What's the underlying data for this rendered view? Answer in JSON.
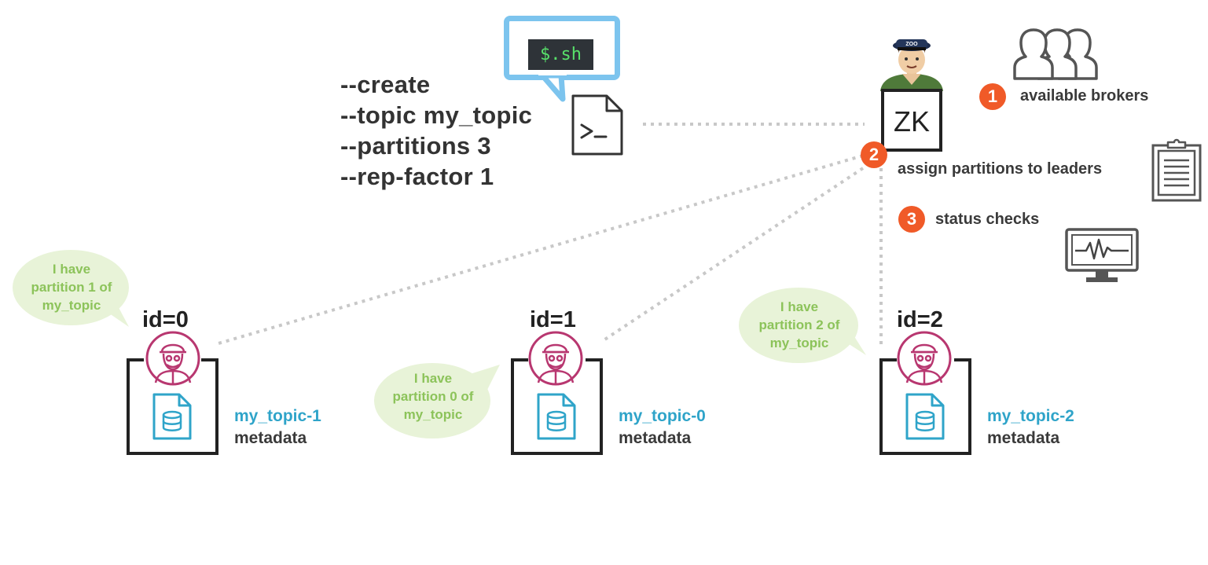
{
  "command": {
    "args": [
      "--create",
      "--topic my_topic",
      "--partitions 3",
      "--rep-factor 1"
    ],
    "script_label": "$.sh"
  },
  "zookeeper": {
    "label": "ZK",
    "hat_text": "ZOO"
  },
  "steps": [
    {
      "number": "1",
      "text": "available brokers"
    },
    {
      "number": "2",
      "text": "assign partitions to leaders"
    },
    {
      "number": "3",
      "text": "status checks"
    }
  ],
  "brokers": [
    {
      "id": "id=0",
      "partition": "my_topic-1",
      "meta": "metadata",
      "bubble": [
        "I have",
        "partition 1 of",
        "my_topic"
      ]
    },
    {
      "id": "id=1",
      "partition": "my_topic-0",
      "meta": "metadata",
      "bubble": [
        "I have",
        "partition 0 of",
        "my_topic"
      ]
    },
    {
      "id": "id=2",
      "partition": "my_topic-2",
      "meta": "metadata",
      "bubble": [
        "I have",
        "partition 2 of",
        "my_topic"
      ]
    }
  ],
  "colors": {
    "badge": "#f05a28",
    "partition": "#2fa4c9",
    "bubble_fill": "#e8f3d8",
    "bubble_text": "#8cc35a",
    "worker": "#b83770",
    "script_bubble": "#7cc4ee",
    "connector": "#c8c8c8"
  }
}
